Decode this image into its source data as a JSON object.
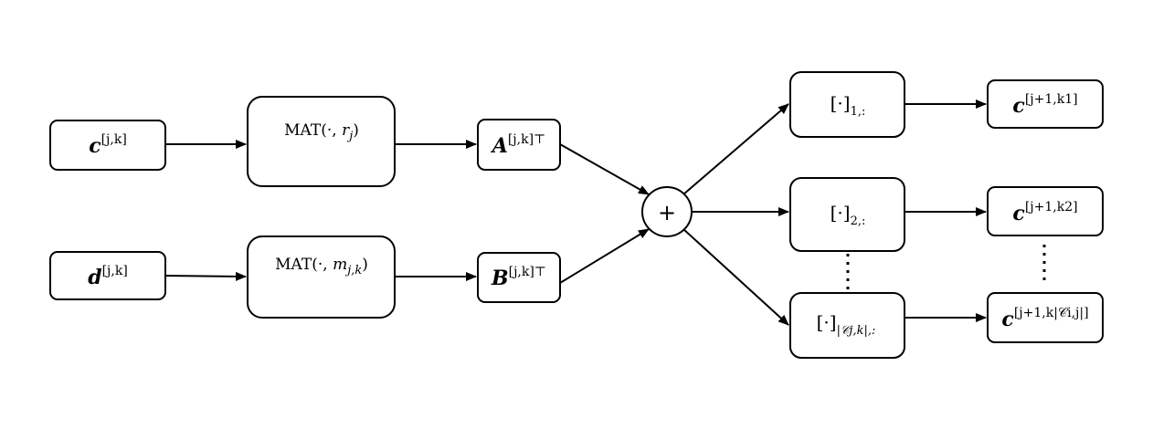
{
  "nodes": {
    "c_in": {
      "sym": "c",
      "sup": "[j,k]"
    },
    "d_in": {
      "sym": "d",
      "sup": "[j,k]"
    },
    "mat_r": {
      "pre": "MAT(·, ",
      "var": "r",
      "sub": "j",
      "post": ")"
    },
    "mat_m": {
      "pre": "MAT(·, ",
      "var": "m",
      "sub": "j,k",
      "post": ")"
    },
    "A_T": {
      "sym": "A",
      "sup": "[j,k]⊤"
    },
    "B_T": {
      "sym": "B",
      "sup": "[j,k]⊤"
    },
    "plus": {
      "label": "+"
    },
    "slice1": {
      "main": "[·]",
      "sub": "1,:"
    },
    "slice2": {
      "main": "[·]",
      "sub": "2,:"
    },
    "sliceN": {
      "main": "[·]",
      "sub": "|𝒞j,k|,:"
    },
    "c_out1": {
      "sym": "c",
      "sup": "[j+1,k1]"
    },
    "c_out2": {
      "sym": "c",
      "sup": "[j+1,k2]"
    },
    "c_outN": {
      "sym": "c",
      "sup": "[j+1,k|𝒞i,j|]"
    }
  },
  "colors": {
    "stroke": "#000000",
    "fill": "#ffffff"
  }
}
